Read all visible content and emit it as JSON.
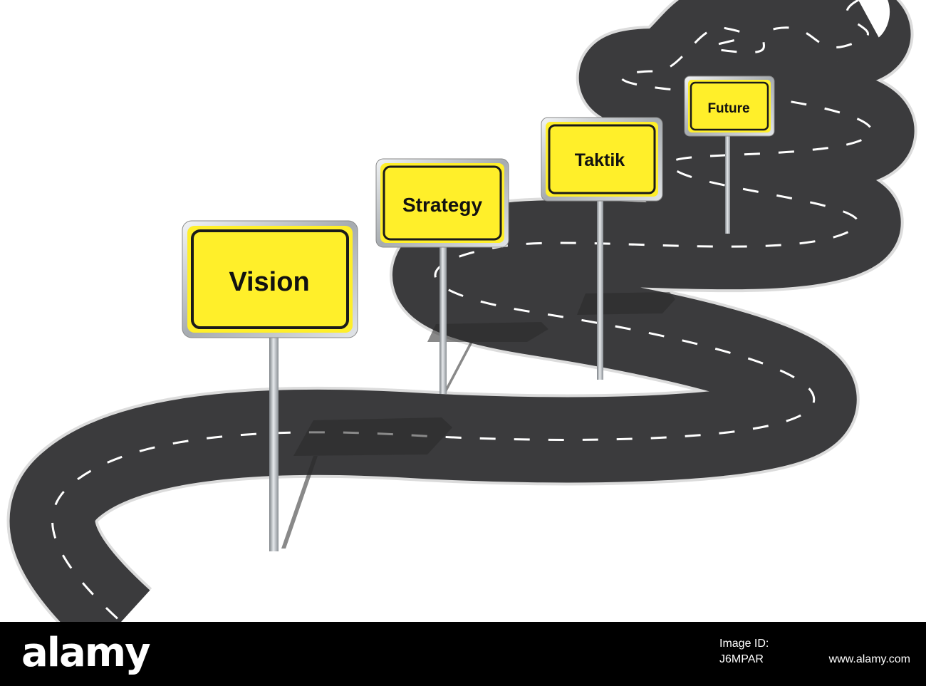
{
  "signs": {
    "vision": "Vision",
    "strategy": "Strategy",
    "taktik": "Taktik",
    "future": "Future"
  },
  "footer": {
    "brand": "alamy",
    "image_id_label": "Image ID:",
    "image_id": "J6MPAR",
    "url": "www.alamy.com"
  },
  "colors": {
    "sign_yellow": "#ffef2a",
    "road": "#3a3a3c",
    "road_edge": "#d9d9d9",
    "lane_mark": "#ffffff",
    "pole": "#b8bcc0"
  }
}
